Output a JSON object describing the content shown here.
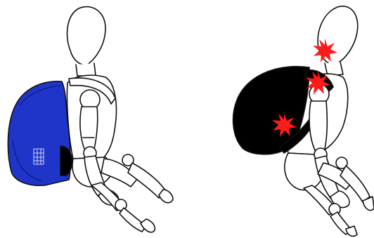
{
  "figures": [
    {
      "id": "left",
      "backpack_color": "#1f35c9",
      "strap_color": "#ffffff",
      "pain_points": 0
    },
    {
      "id": "right",
      "backpack_color": "#000000",
      "strap_color": "#000000",
      "pain_points": 3
    }
  ],
  "pain_marker": {
    "color": "#ff1a1a",
    "icon": "burst-star-icon"
  },
  "outline_color": "#111111",
  "pad_color": "#ffffff"
}
